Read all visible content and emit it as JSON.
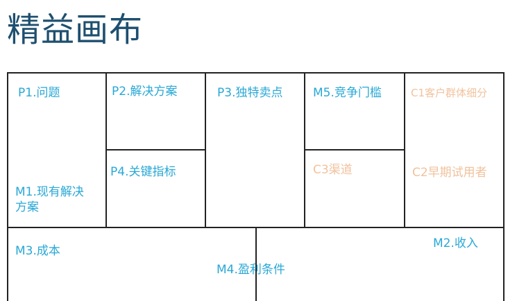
{
  "title": "精益画布",
  "colors": {
    "title": "#1e4f6f",
    "problem_side": "#29a8d6",
    "customer_side": "#f1c29d",
    "lines": "#222222"
  },
  "cells": {
    "p1": "P1.问题",
    "m1": "M1.现有解决方案",
    "p2": "P2.解决方案",
    "p4": "P4.关键指标",
    "p3": "P3.独特卖点",
    "m5": "M5.竞争门槛",
    "c3": "C3渠道",
    "c1": "C1客户群体细分",
    "c2": "C2早期试用者",
    "m3": "M3.成本",
    "m4": "M4.盈利条件",
    "m2": "M2.收入"
  }
}
